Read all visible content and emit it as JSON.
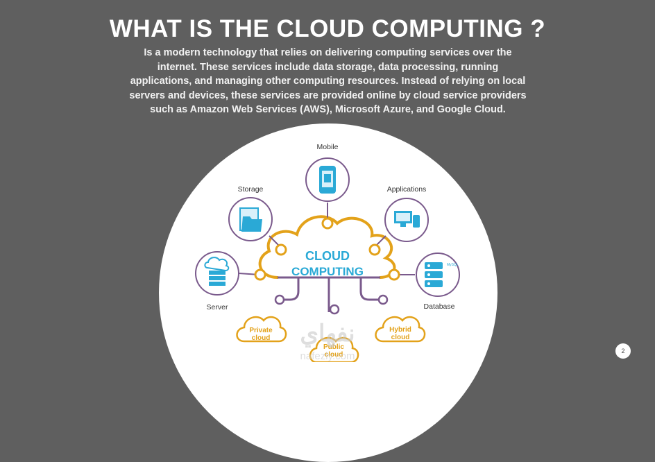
{
  "slide": {
    "title": "WHAT IS THE CLOUD COMPUTING ?",
    "body": "Is a modern technology that relies on delivering computing services over the internet. These services include data storage, data processing, running applications, and managing other computing resources. Instead of relying on local servers and devices, these services are provided online by cloud service providers such as Amazon Web Services (AWS), Microsoft Azure, and Google Cloud.",
    "page_number": "2"
  },
  "diagram": {
    "center_line1": "CLOUD",
    "center_line2": "COMPUTING",
    "nodes": {
      "mobile": "Mobile",
      "storage": "Storage",
      "applications": "Applications",
      "server": "Server",
      "database": "Database"
    },
    "clouds": {
      "private_line1": "Private",
      "private_line2": "cloud",
      "public_line1": "Public",
      "public_line2": "cloud",
      "hybrid_line1": "Hybrid",
      "hybrid_line2": "cloud"
    },
    "database_tag": "MySQL"
  },
  "watermark": {
    "arabic": "نفهاي",
    "latin": "nafezly.com"
  },
  "colors": {
    "background": "#5f5f5f",
    "accent_orange": "#e3a21a",
    "accent_purple": "#7a5a8c",
    "accent_blue": "#2aa9d6"
  }
}
